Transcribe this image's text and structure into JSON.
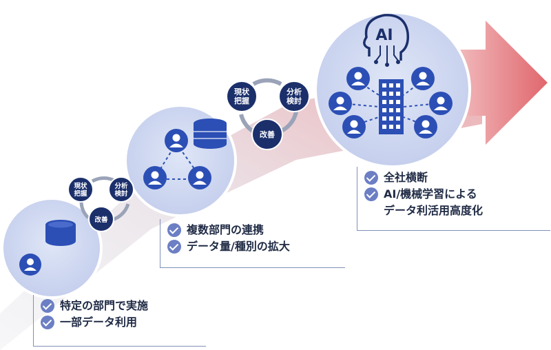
{
  "stages": [
    {
      "items": [
        "特定の部門で実施",
        "一部データ利用"
      ]
    },
    {
      "items": [
        "複数部門の連携",
        "データ量/種別の拡大"
      ]
    },
    {
      "items": [
        "全社横断",
        "AI/機械学習による\nデータ利活用高度化"
      ]
    }
  ],
  "cycles": [
    {
      "assess": [
        "現状",
        "把握"
      ],
      "analyze": [
        "分析",
        "検討"
      ],
      "improve": "改善"
    },
    {
      "assess": [
        "現状",
        "把握"
      ],
      "analyze": [
        "分析",
        "検討"
      ],
      "improve": "改善"
    }
  ],
  "ai_label": "AI",
  "colors": {
    "circle_fill": "#cdd6f0",
    "circle_fill_top": "#dfe6f7",
    "navy": "#1b2f6b",
    "icon_blue": "#2c4fb5",
    "arrow": "#e58a8e",
    "check": "#6c7fc4"
  }
}
